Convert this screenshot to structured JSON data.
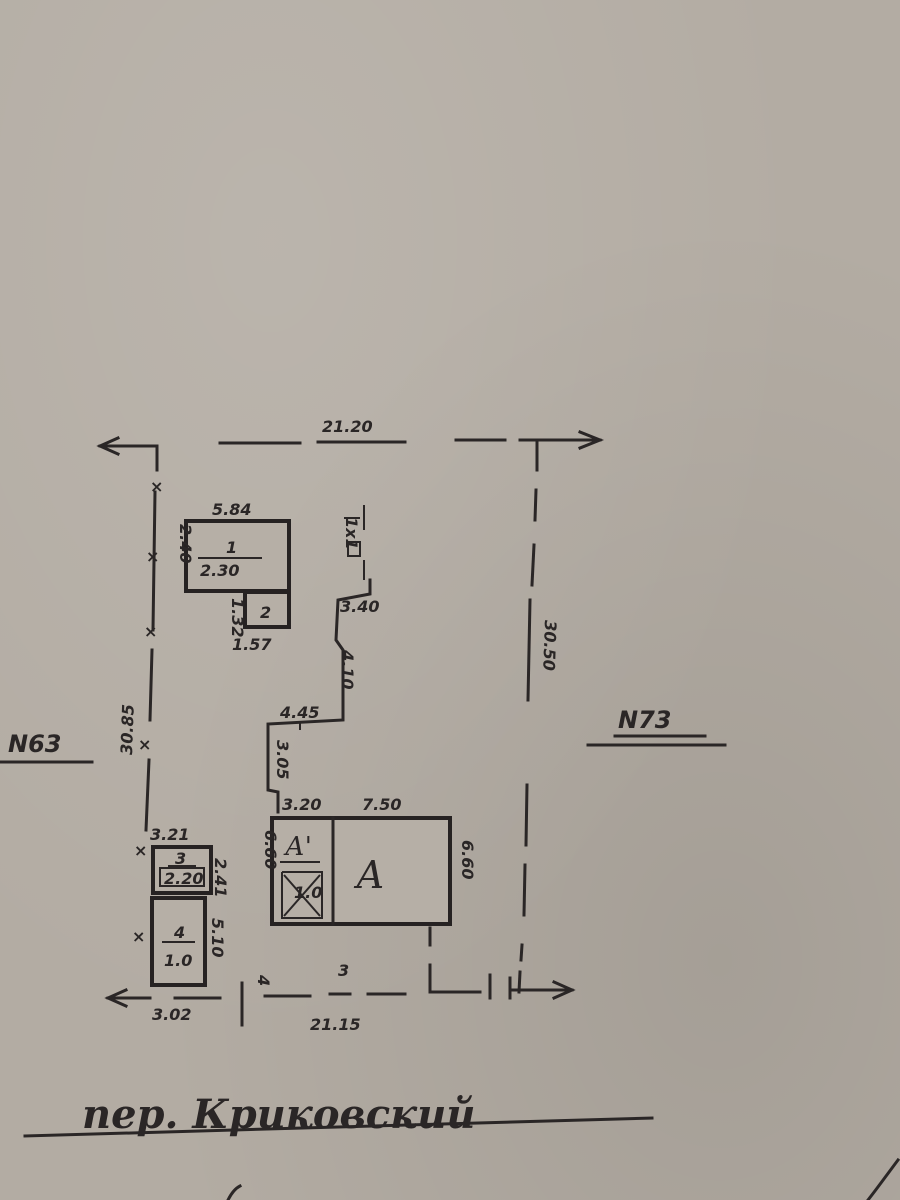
{
  "boundary": {
    "top": "21.20",
    "bottom": "21.15",
    "left": "30.85",
    "right": "30.50"
  },
  "neighbors": {
    "left": "N63",
    "right": "N73"
  },
  "street": "пер. Криковский",
  "buildings": {
    "b1": {
      "label": "1",
      "area": "2.30",
      "width": "5.84",
      "side": "2.40"
    },
    "b2": {
      "label": "2",
      "width": "1.57",
      "side": "1.32"
    },
    "b3": {
      "label": "3",
      "area": "2.20",
      "width": "3.21",
      "side": "2.41"
    },
    "b4": {
      "label": "4",
      "area": "1.0",
      "width": "3.02",
      "side": "5.10"
    },
    "a1": {
      "label": "А'",
      "width": "3.20",
      "side": "6.60",
      "area": "1.0"
    },
    "a": {
      "label": "А",
      "width": "7.50",
      "side": "6.60"
    }
  },
  "path": {
    "d1": "3.40",
    "d2": "4.10",
    "d3": "4.45",
    "d4": "3.05",
    "small_box": "1x1",
    "bottom_a": "4",
    "bottom_b": "3"
  }
}
